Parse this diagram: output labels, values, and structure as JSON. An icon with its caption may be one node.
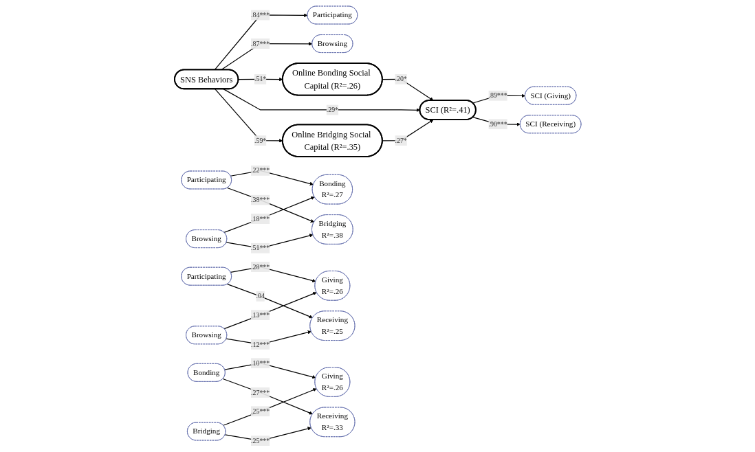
{
  "diagram": {
    "nodes": [
      {
        "text": [
          "Participating"
        ]
      },
      {
        "text": [
          "SNS Behaviors"
        ]
      },
      {
        "text": [
          "Browsing"
        ]
      },
      {
        "text": [
          "Online Bonding Social Capital (R²=.26)"
        ]
      },
      {
        "text": [
          "Online Bridging Social Capital (R²=.35)"
        ]
      },
      {
        "text": [
          "SCI (Giving)"
        ]
      },
      {
        "text": [
          "SCI (R²=.41)"
        ]
      },
      {
        "text": [
          "SCI (Receiving)"
        ]
      },
      {
        "text": [
          "Participating"
        ]
      },
      {
        "text": [
          "Bonding",
          "R²=.27"
        ]
      },
      {
        "text": [
          "Browsing"
        ]
      },
      {
        "text": [
          "Bridging",
          "R²=.38"
        ]
      },
      {
        "text": [
          "Participating"
        ]
      },
      {
        "text": [
          "Giving",
          "R²=.26"
        ]
      },
      {
        "text": [
          "Browsing"
        ]
      },
      {
        "text": [
          "Receiving",
          "R²=.25"
        ]
      },
      {
        "text": [
          "Bonding"
        ]
      },
      {
        "text": [
          "Giving",
          "R²=.26"
        ]
      },
      {
        "text": [
          "Bridging"
        ]
      },
      {
        "text": [
          "Receiving",
          "R²=.33"
        ]
      }
    ],
    "edges": [
      {
        "from": 1,
        "to": 0,
        "arrow": "to",
        "label": ".84***"
      },
      {
        "from": 1,
        "to": 2,
        "arrow": "to",
        "label": ".87***"
      },
      {
        "from": 1,
        "to": 3,
        "arrow": "to",
        "label": ".51*"
      },
      {
        "from": 1,
        "to": 6,
        "arrow": "to",
        "label": ".29*"
      },
      {
        "from": 1,
        "to": 4,
        "arrow": "to",
        "label": ".59*"
      },
      {
        "from": 3,
        "to": 6,
        "arrow": "to",
        "label": ".20*"
      },
      {
        "from": 4,
        "to": 6,
        "arrow": "to",
        "label": ".27*"
      },
      {
        "from": 6,
        "to": 5,
        "arrow": "to",
        "label": ".89***"
      },
      {
        "from": 6,
        "to": 7,
        "arrow": "to",
        "label": ".90***"
      },
      {
        "from": 8,
        "to": 9,
        "arrow": "to",
        "label": ".22***"
      },
      {
        "from": 8,
        "to": 11,
        "arrow": "to",
        "label": ".38***"
      },
      {
        "from": 10,
        "to": 9,
        "arrow": "to",
        "label": ".18***"
      },
      {
        "from": 10,
        "to": 11,
        "arrow": "to",
        "label": ".51***"
      },
      {
        "from": 12,
        "to": 13,
        "arrow": "to",
        "label": ".28***"
      },
      {
        "from": 12,
        "to": 15,
        "arrow": "to",
        "label": ".04"
      },
      {
        "from": 14,
        "to": 13,
        "arrow": "to",
        "label": ".13***"
      },
      {
        "from": 14,
        "to": 15,
        "arrow": "to",
        "label": ".12***"
      },
      {
        "from": 16,
        "to": 17,
        "arrow": "to",
        "label": ".10***"
      },
      {
        "from": 16,
        "to": 19,
        "arrow": "to",
        "label": ".27***"
      },
      {
        "from": 18,
        "to": 17,
        "arrow": "to",
        "label": ".25***"
      },
      {
        "from": 18,
        "to": 19,
        "arrow": "to",
        "label": ".25***"
      }
    ]
  }
}
